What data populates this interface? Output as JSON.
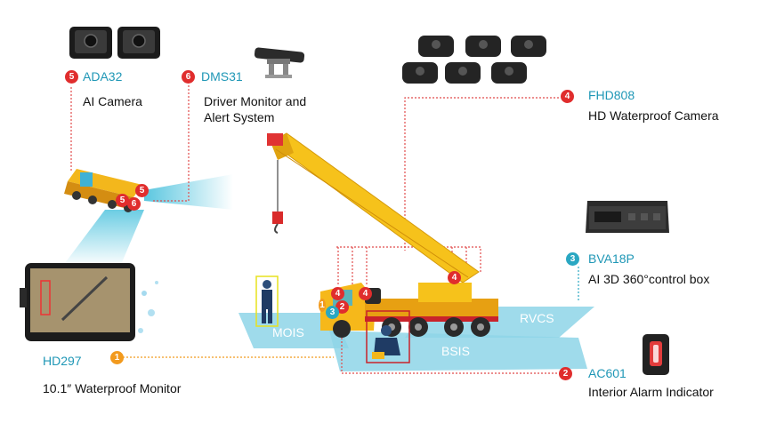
{
  "products": {
    "ada32": {
      "code": "ADA32",
      "desc": "AI Camera"
    },
    "dms31": {
      "code": "DMS31",
      "desc_line1": "Driver Monitor and",
      "desc_line2": "Alert System"
    },
    "fhd808": {
      "code": "FHD808",
      "desc": "HD Waterproof Camera"
    },
    "bva18p": {
      "code": "BVA18P",
      "desc": "AI 3D 360°control box"
    },
    "ac601": {
      "code": "AC601",
      "desc": "Interior Alarm Indicator"
    },
    "hd297": {
      "code": "HD297",
      "desc": "10.1″ Waterproof Monitor"
    }
  },
  "badges": {
    "hd297": "1",
    "ac601": "2",
    "bva18p": "3",
    "fhd808": "4",
    "ada32": "5",
    "dms31": "6"
  },
  "zones": {
    "mois": "MOIS",
    "bsis": "BSIS",
    "rvcs": "RVCS"
  },
  "colors": {
    "code_text": "#1f97b6",
    "badge_red": "#e02d2d",
    "badge_teal": "#2aa7c2",
    "badge_orange": "#f29a1e",
    "zone_fill": "#8ed5e8",
    "crane_yellow": "#f6c21b"
  }
}
